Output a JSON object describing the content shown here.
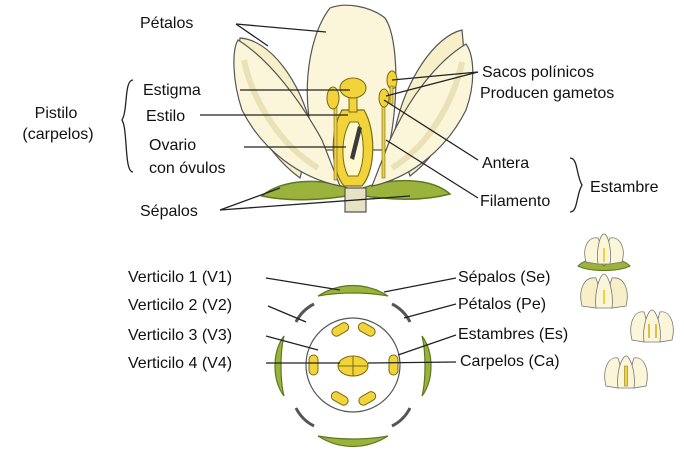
{
  "colors": {
    "petal": "#fbf6d9",
    "petal_shadow": "#ece4b6",
    "outline": "#555555",
    "sepal_green": "#9bb23c",
    "sepal_dark": "#5e7a1e",
    "yellow": "#f2d43a",
    "line": "#222222"
  },
  "longitudinal": {
    "petalos": "Pétalos",
    "estigma": "Estigma",
    "estilo": "Estilo",
    "ovario_1": "Ovario",
    "ovario_2": "con óvulos",
    "sepalos": "Sépalos",
    "pistilo_1": "Pistilo",
    "pistilo_2": "(carpelos)",
    "sacos_1": "Sacos polínicos",
    "sacos_2": "Producen gametos",
    "antera": "Antera",
    "filamento": "Filamento",
    "estambre": "Estambre"
  },
  "floral_diagram": {
    "left": [
      "Verticilo 1 (V1)",
      "Verticilo 2 (V2)",
      "Verticilo 3 (V3)",
      "Verticilo 4 (V4)"
    ],
    "right": [
      "Sépalos (Se)",
      "Pétalos (Pe)",
      "Estambres (Es)",
      "Carpelos (Ca)"
    ]
  }
}
